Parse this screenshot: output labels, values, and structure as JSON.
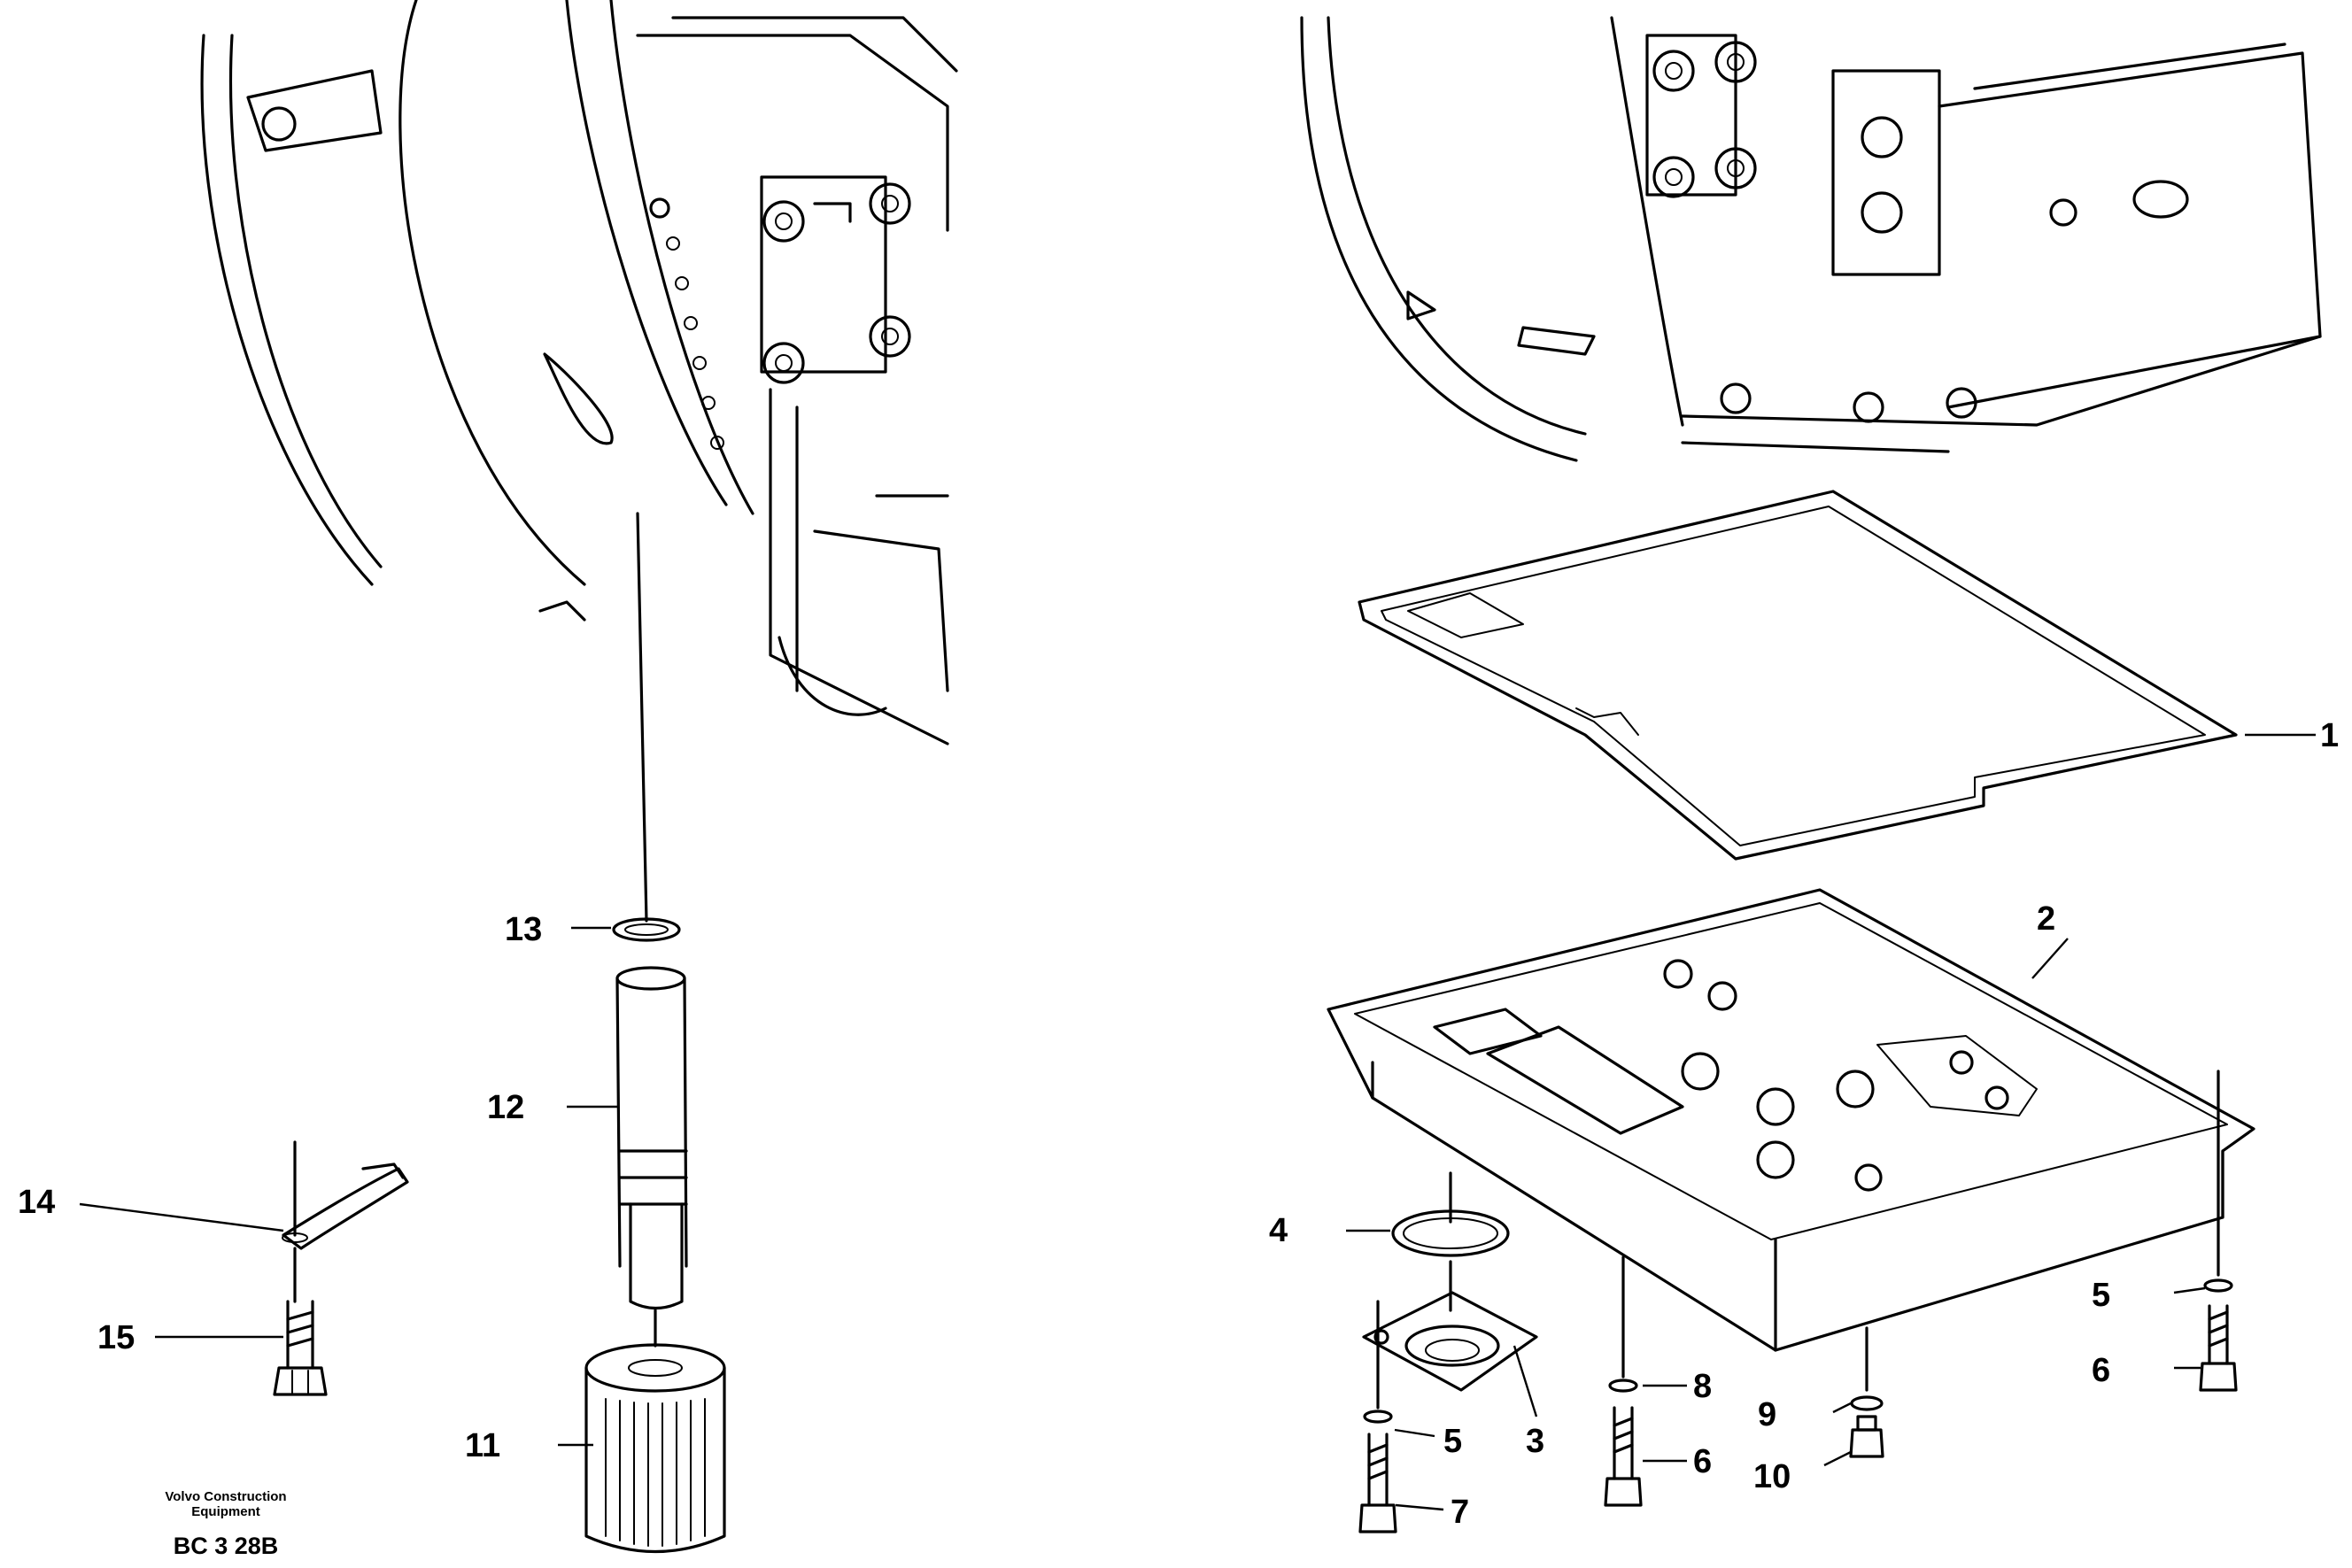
{
  "callouts": {
    "c1": "1",
    "c2": "2",
    "c3": "3",
    "c4": "4",
    "c5a": "5",
    "c5b": "5",
    "c6a": "6",
    "c6b": "6",
    "c7": "7",
    "c8": "8",
    "c9": "9",
    "c10": "10",
    "c11": "11",
    "c12": "12",
    "c13": "13",
    "c14": "14",
    "c15": "15"
  },
  "footer": {
    "credit_line1": "Volvo Construction",
    "credit_line2": "Equipment",
    "figure_code": "BC 3 28B"
  },
  "colors": {
    "ink": "#000000",
    "paper": "#ffffff"
  }
}
